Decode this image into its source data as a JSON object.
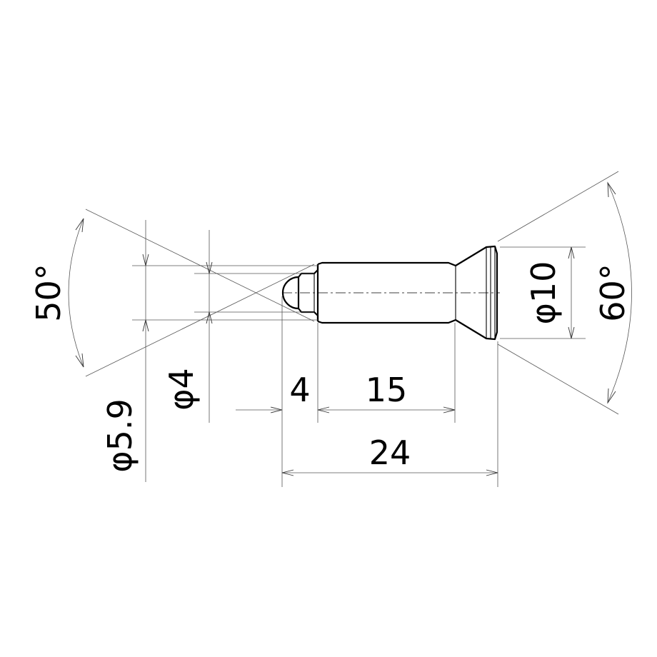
{
  "dimensions": {
    "angle_left": "50°",
    "angle_right": "60°",
    "dia_5_9": "φ5.9",
    "dia_4": "φ4",
    "dia_10": "φ10",
    "len_4": "4",
    "len_15": "15",
    "len_24": "24"
  }
}
